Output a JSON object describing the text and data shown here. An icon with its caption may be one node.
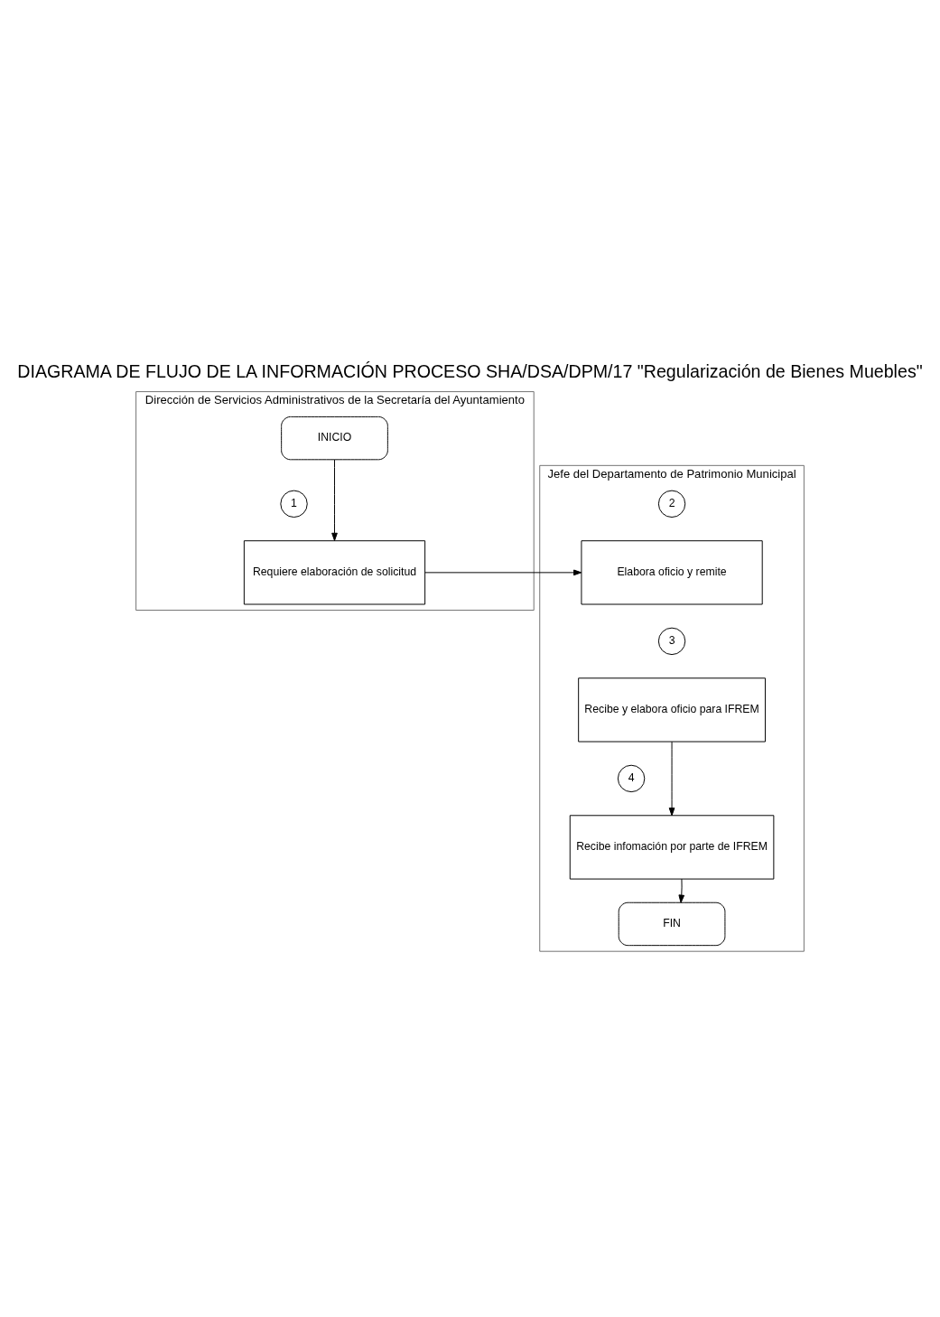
{
  "diagram": {
    "title": "DIAGRAMA DE FLUJO DE LA INFORMACIÓN PROCESO SHA/DSA/DPM/17 \"Regularización de Bienes Muebles\"",
    "nodes": [
      {
        "text": [
          "Dirección de Servicios Administrativos de la Secretaría del Ayuntamiento"
        ]
      },
      {
        "text": [
          "Jefe del Departamento de Patrimonio Municipal"
        ]
      },
      {
        "text": [
          "INICIO"
        ],
        "in": 0
      },
      {
        "text": [
          "1"
        ],
        "in": 0
      },
      {
        "text": [
          "Requiere elaboración de solicitud"
        ],
        "in": 0
      },
      {
        "text": [
          "2"
        ],
        "in": 1
      },
      {
        "text": [
          "Elabora oficio y remite"
        ],
        "in": 1
      },
      {
        "text": [
          "3"
        ],
        "in": 1
      },
      {
        "text": [
          "Recibe y elabora oficio para IFREM"
        ],
        "in": 1
      },
      {
        "text": [
          "4"
        ],
        "in": 1
      },
      {
        "text": [
          "Recibe infomación por parte de IFREM"
        ],
        "in": 1
      },
      {
        "text": [
          "FIN"
        ],
        "in": 1
      }
    ],
    "edges": [
      {
        "from": 2,
        "to": 4,
        "arrow": "to"
      },
      {
        "from": 4,
        "to": 6,
        "arrow": "to"
      },
      {
        "from": 8,
        "to": 10,
        "arrow": "to"
      },
      {
        "from": 10,
        "to": 11,
        "arrow": "to"
      }
    ]
  }
}
